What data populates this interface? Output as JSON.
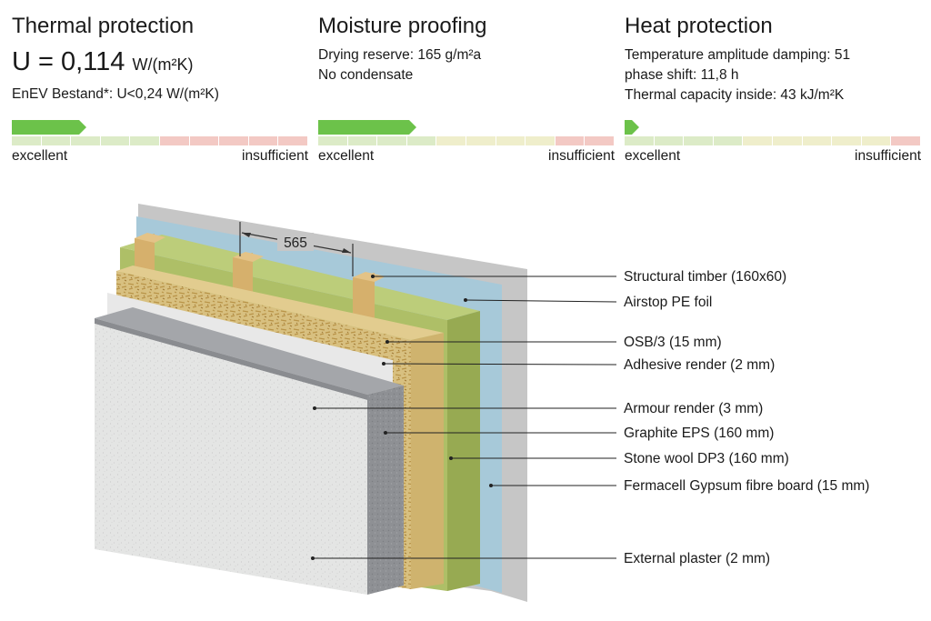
{
  "panels": [
    {
      "title": "Thermal protection",
      "u_label": "U = 0,114",
      "u_unit": "W/(m²K)",
      "lines": [
        "EnEV Bestand*: U<0,24 W/(m²K)"
      ],
      "rating_fraction": 0.25,
      "scale_min_label": "excellent",
      "scale_max_label": "insufficient"
    },
    {
      "title": "Moisture proofing",
      "lines": [
        "Drying reserve: 165 g/m²a",
        "No condensate"
      ],
      "rating_fraction": 0.33,
      "scale_min_label": "excellent",
      "scale_max_label": "insufficient"
    },
    {
      "title": "Heat protection",
      "lines": [
        "Temperature amplitude damping: 51",
        "phase shift: 11,8 h",
        "Thermal capacity inside: 43 kJ/m²K"
      ],
      "rating_fraction": 0.05,
      "scale_min_label": "excellent",
      "scale_max_label": "insufficient"
    }
  ],
  "colors": {
    "rating_fill": "#6cc24a",
    "track_good": "#dcebc7",
    "track_mid": "#efeecb",
    "track_bad": "#f3c9c4",
    "stone_wool": "#a6bb5e",
    "timber": "#d8b574",
    "airstop": "#a7c9d9",
    "gypsum": "#c6c6c6",
    "eps": "#8f9195",
    "plaster": "#e3e4e3",
    "osb": "#d8c080"
  },
  "diagram": {
    "dimension_label": "565",
    "callouts": [
      "Structural timber (160x60)",
      "Airstop PE foil",
      "OSB/3 (15 mm)",
      "Adhesive render (2 mm)",
      "Armour render (3 mm)",
      "Graphite EPS (160 mm)",
      "Stone wool DP3 (160 mm)",
      "Fermacell Gypsum fibre board (15 mm)",
      "External plaster (2 mm)"
    ]
  }
}
